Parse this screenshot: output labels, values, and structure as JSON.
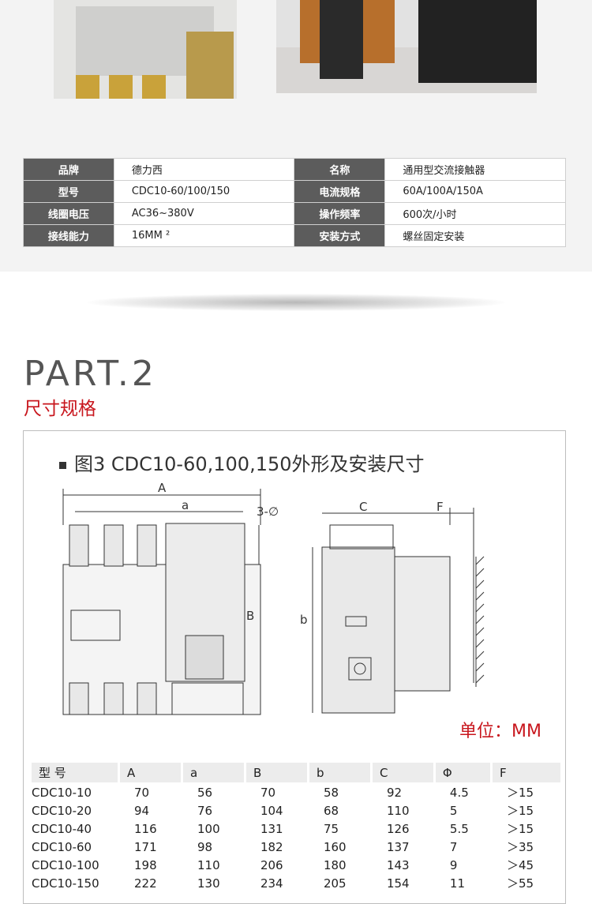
{
  "spec_table": {
    "rows": [
      [
        {
          "label": "品牌",
          "value": "德力西"
        },
        {
          "label": "名称",
          "value": "通用型交流接触器"
        }
      ],
      [
        {
          "label": "型号",
          "value": "CDC10-60/100/150"
        },
        {
          "label": "电流规格",
          "value": "60A/100A/150A"
        }
      ],
      [
        {
          "label": "线圈电压",
          "value": "AC36~380V"
        },
        {
          "label": "操作频率",
          "value": "600次/小时"
        }
      ],
      [
        {
          "label": "接线能力",
          "value": "16MM ²"
        },
        {
          "label": "安装方式",
          "value": "螺丝固定安装"
        }
      ]
    ]
  },
  "section": {
    "part": "PART.2",
    "subtitle": "尺寸规格"
  },
  "figure": {
    "title": "图3  CDC10-60,100,150外形及安装尺寸",
    "labels": {
      "A": "A",
      "a": "a",
      "phi": "3-∅",
      "B": "B",
      "C": "C",
      "F": "F",
      "b": "b"
    },
    "unit": "单位：MM"
  },
  "dims_table": {
    "headers": [
      "型  号",
      "A",
      "a",
      "B",
      "b",
      "C",
      "Φ",
      "F"
    ],
    "rows": [
      [
        "CDC10-10",
        "70",
        "56",
        "70",
        "58",
        "92",
        "4.5",
        "＞15"
      ],
      [
        "CDC10-20",
        "94",
        "76",
        "104",
        "68",
        "110",
        "5",
        "＞15"
      ],
      [
        "CDC10-40",
        "116",
        "100",
        "131",
        "75",
        "126",
        "5.5",
        "＞15"
      ],
      [
        "CDC10-60",
        "171",
        "98",
        "182",
        "160",
        "137",
        "7",
        "＞35"
      ],
      [
        "CDC10-100",
        "198",
        "110",
        "206",
        "180",
        "143",
        "9",
        "＞45"
      ],
      [
        "CDC10-150",
        "222",
        "130",
        "234",
        "205",
        "154",
        "11",
        "＞55"
      ]
    ]
  },
  "colors": {
    "accent": "#c8161d",
    "header_bg": "#5c5c5c"
  }
}
